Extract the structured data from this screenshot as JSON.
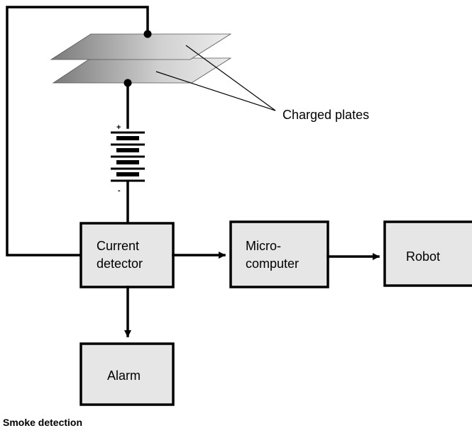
{
  "caption": "Smoke detection",
  "labels": {
    "charged_plates": "Charged plates",
    "current_detector": [
      "Current",
      "detector"
    ],
    "microcomputer": [
      "Micro-",
      "computer"
    ],
    "robot": "Robot",
    "alarm": "Alarm",
    "battery_plus": "+",
    "battery_minus": "-"
  },
  "colors": {
    "box_fill": "#e6e6e6",
    "line": "#000000",
    "plate_light": "#e8e8e8",
    "plate_dark": "#7a7a7a"
  }
}
